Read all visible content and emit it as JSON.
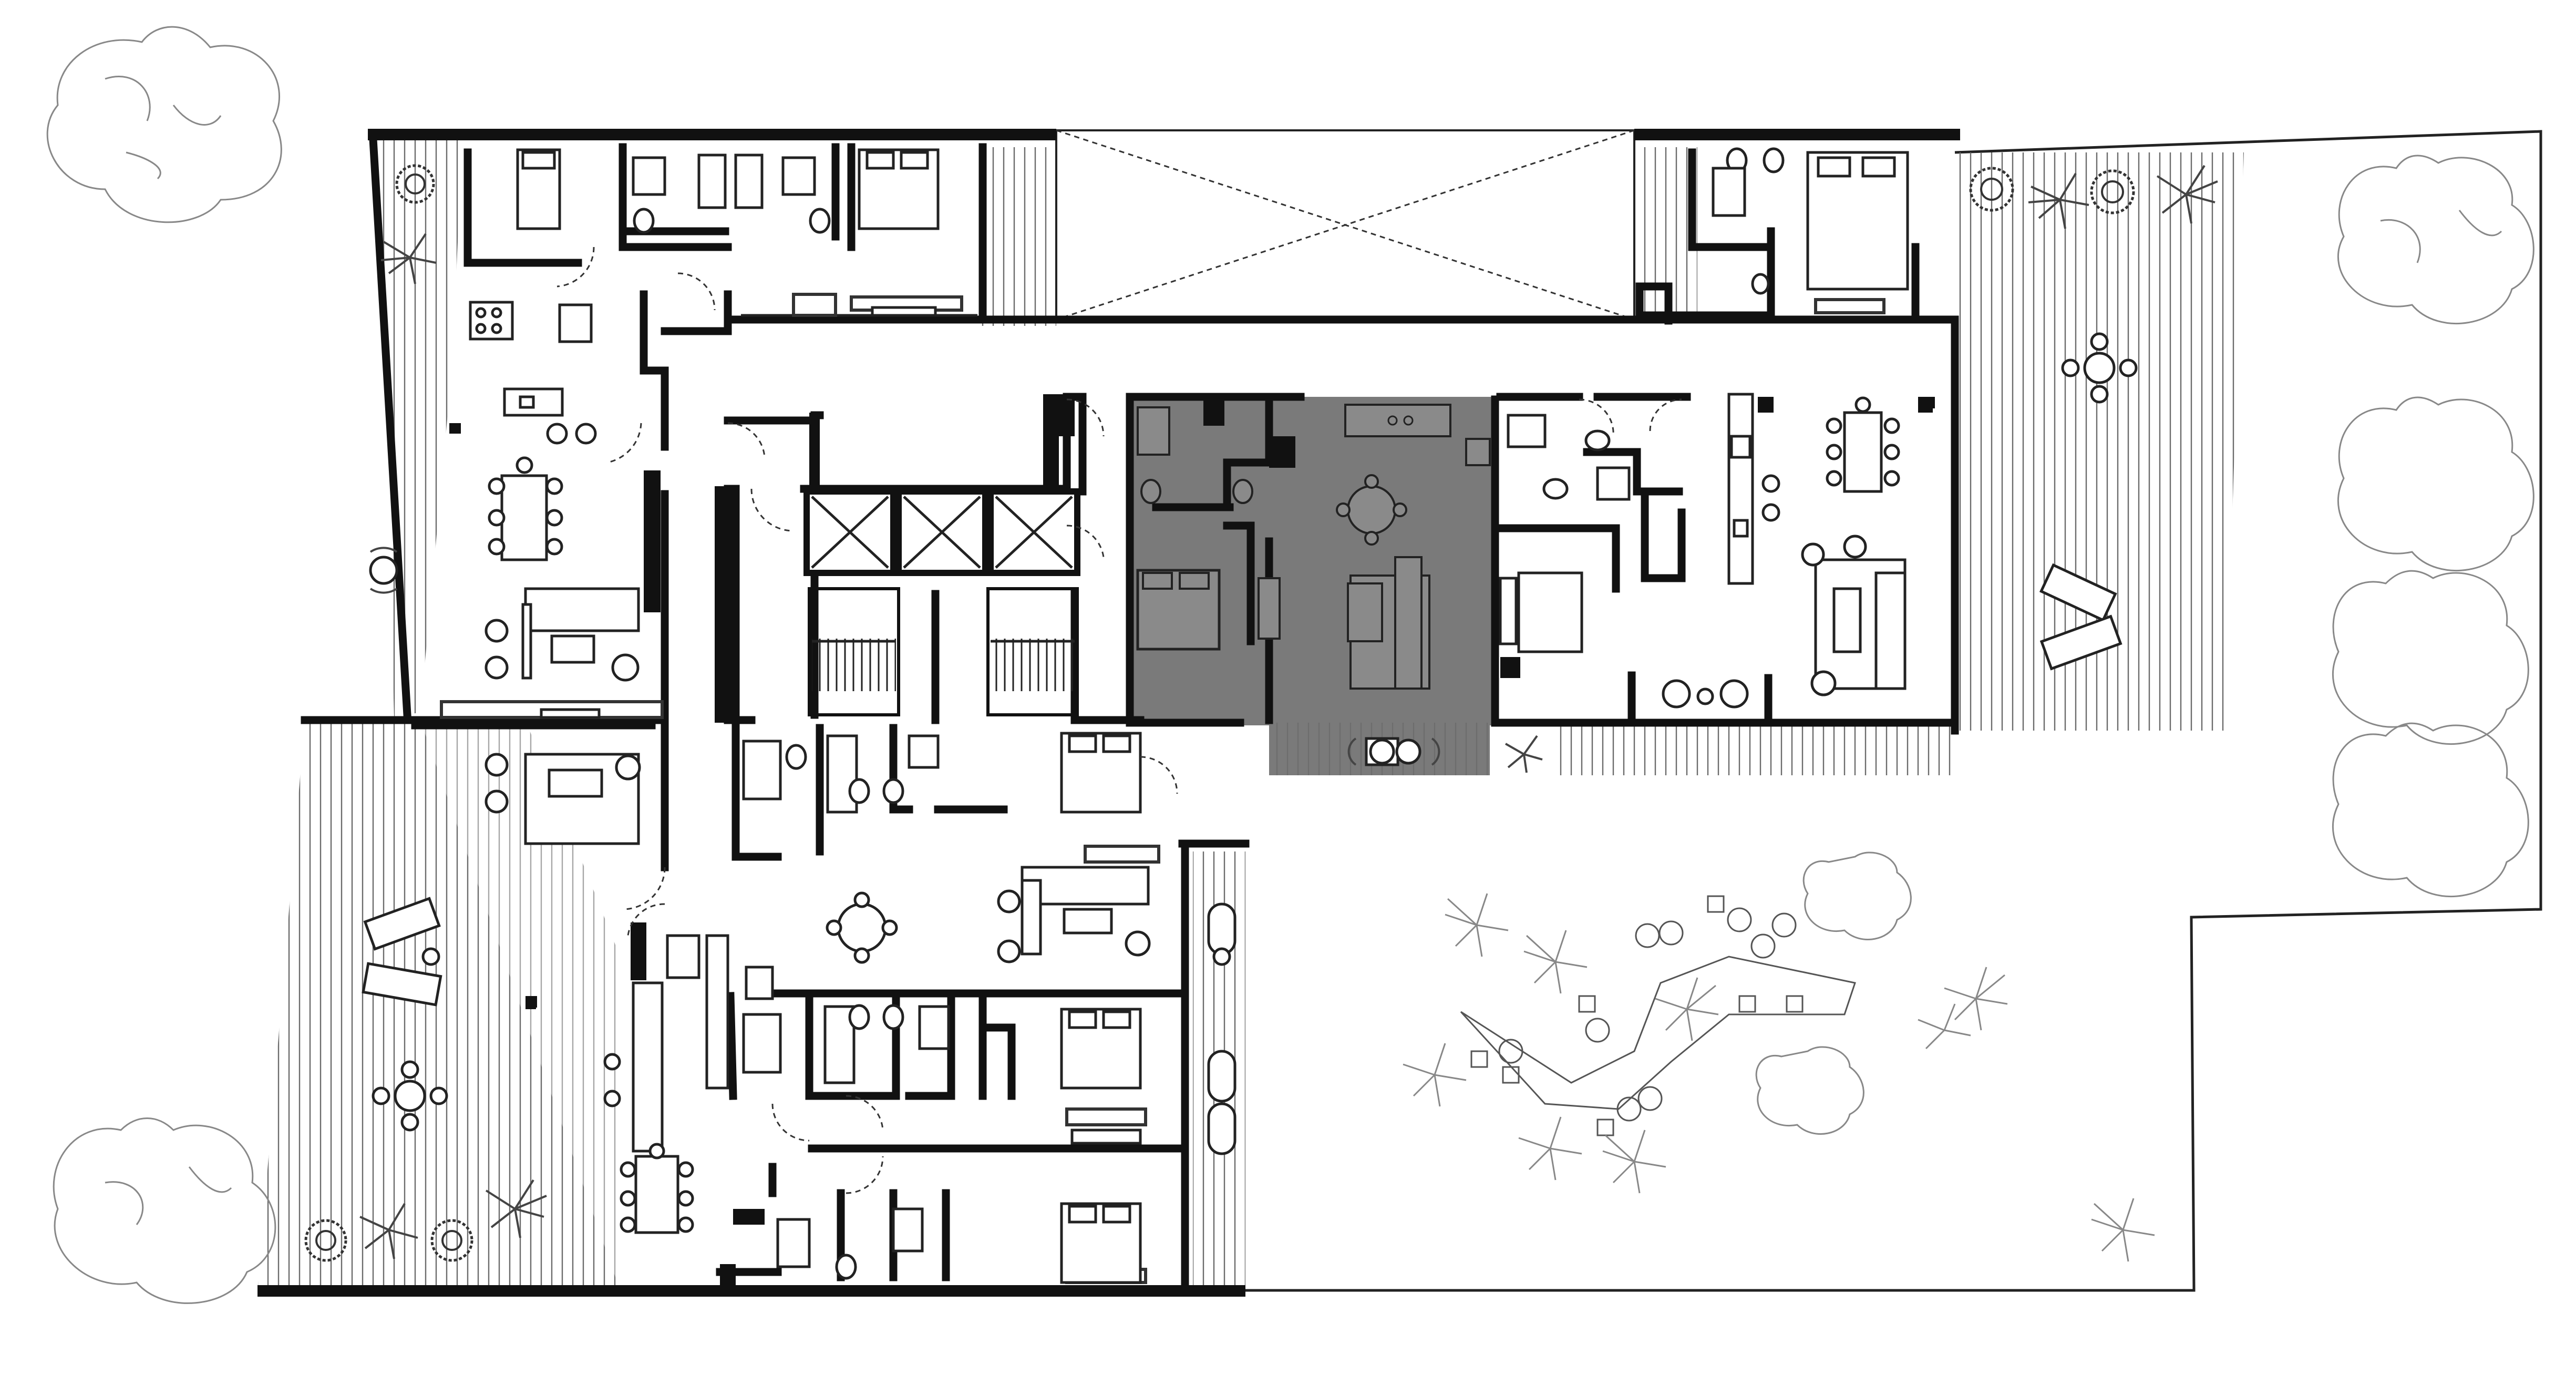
{
  "drawing": {
    "type": "architectural floor plan",
    "colors": {
      "walls": "#111111",
      "highlighted_unit": "#7a7a7a",
      "deck_lines": "#6b6b6b",
      "vegetation": "#888888",
      "background": "#ffffff"
    },
    "units": [
      {
        "id": "west-apartment"
      },
      {
        "id": "north-apartment-a"
      },
      {
        "id": "north-apartment-b"
      },
      {
        "id": "highlighted-apartment",
        "highlighted": true
      },
      {
        "id": "east-apartment"
      },
      {
        "id": "south-apartment-a"
      },
      {
        "id": "south-apartment-b"
      }
    ],
    "core": {
      "elevators": 3,
      "stairs": 2
    },
    "site": {
      "trees": 8,
      "palms": 14,
      "pool": true,
      "open_void": true
    }
  }
}
